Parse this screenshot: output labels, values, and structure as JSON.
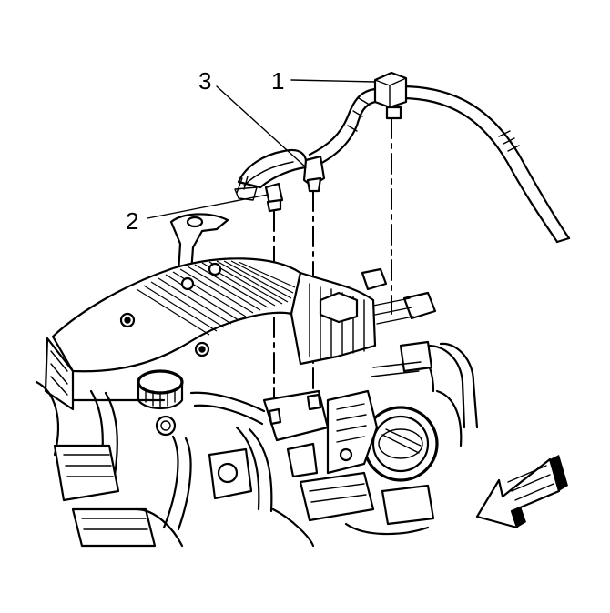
{
  "callouts": [
    {
      "id": "1",
      "text": "1"
    },
    {
      "id": "2",
      "text": "2"
    },
    {
      "id": "3",
      "text": "3"
    }
  ],
  "colors": {
    "line": "#000000",
    "background": "#ffffff"
  },
  "icons": {
    "direction_arrow": "front-direction-arrow-icon"
  }
}
